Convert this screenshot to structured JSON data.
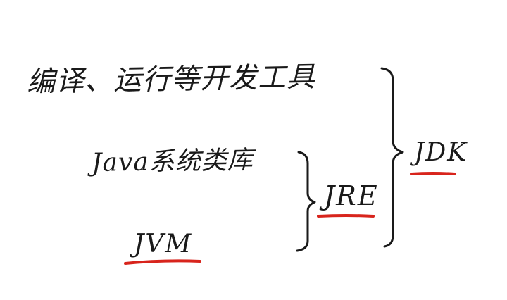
{
  "layers": {
    "tools": "编译、运行等开发工具",
    "libraries": "Java系统类库",
    "jvm": "JVM"
  },
  "groups": {
    "jre": "JRE",
    "jdk": "JDK"
  },
  "colors": {
    "ink": "#1a1a1a",
    "underline": "#d8241c",
    "background": "#ffffff"
  }
}
